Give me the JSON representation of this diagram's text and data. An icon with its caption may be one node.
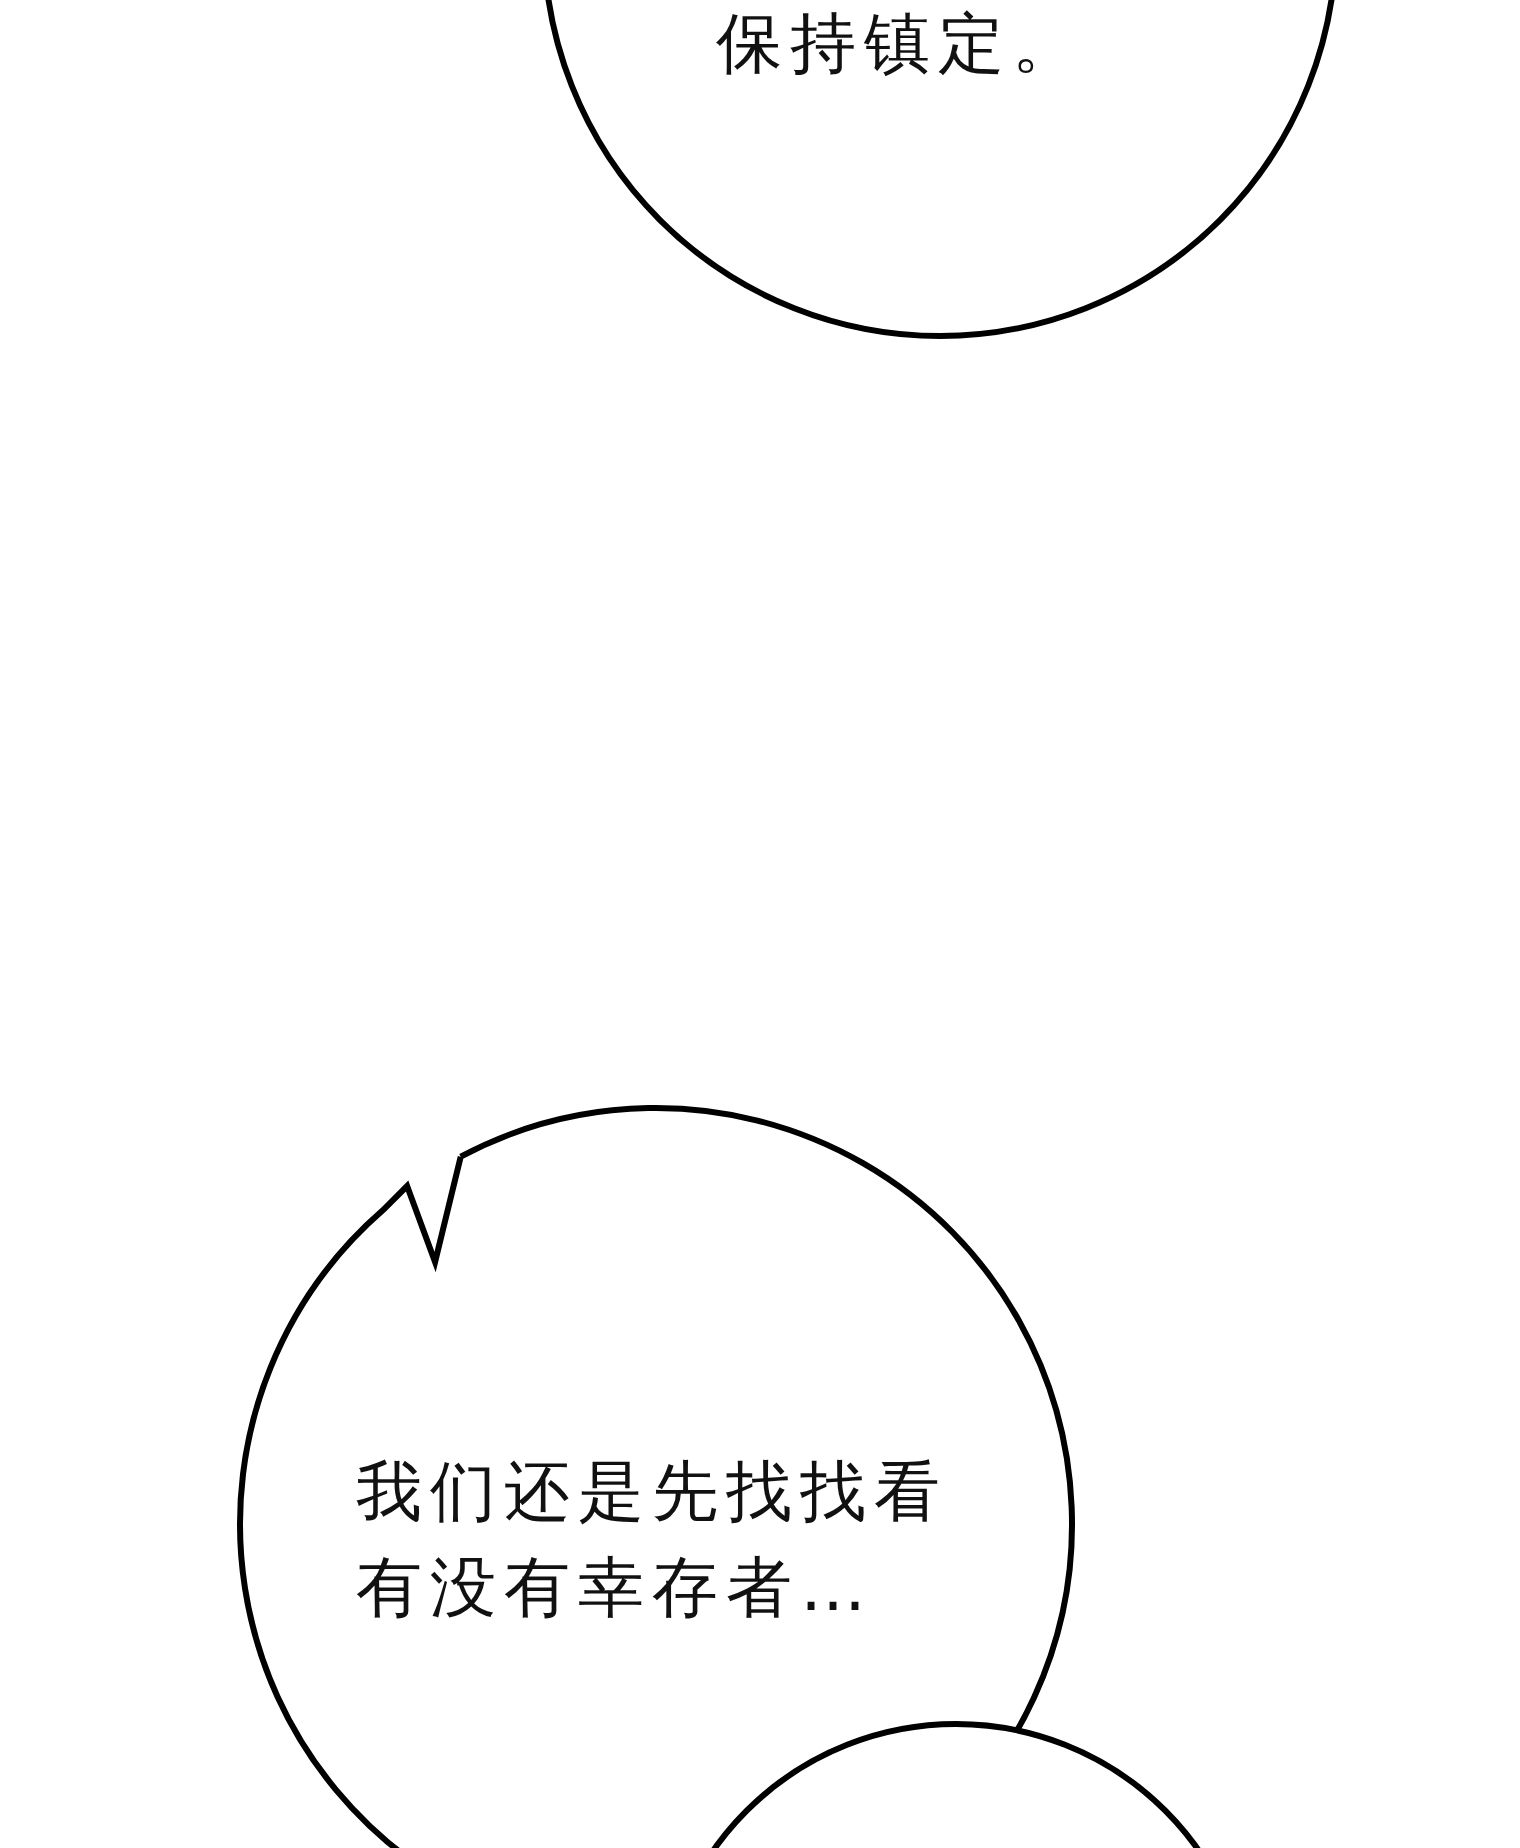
{
  "diagram": {
    "nodes": [
      {
        "text": [
          "保持镇定。"
        ]
      },
      {
        "text": [
          "我们还是先找找看有没有幸存者…"
        ]
      },
      {
        "text": [],
        "shape": "circle"
      }
    ],
    "edges": []
  }
}
